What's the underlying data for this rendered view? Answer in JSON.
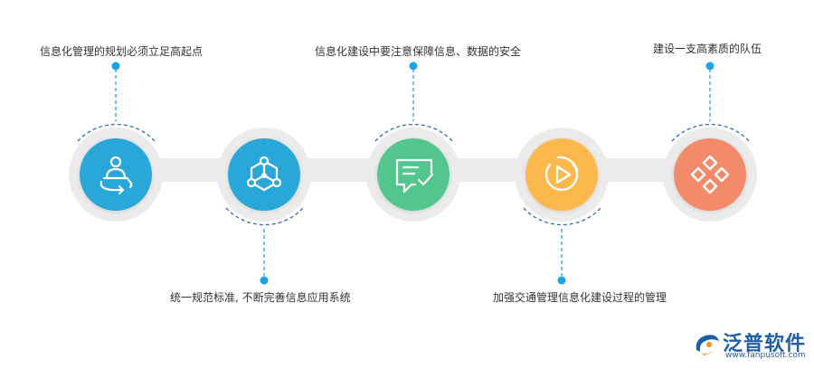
{
  "steps": [
    {
      "label": "信息化管理的规划必须立足高起点",
      "color": "#2aa7d9",
      "icon": "person-rotate-icon"
    },
    {
      "label": "统一规范标准, 不断完善信息应用系统",
      "color": "#2aa7d9",
      "icon": "network-hexagon-icon"
    },
    {
      "label": "信息化建设中要注意保障信息、数据的安全",
      "color": "#52c68e",
      "icon": "message-check-icon"
    },
    {
      "label": "加强交通管理信息化建设过程的管理",
      "color": "#fbb84d",
      "icon": "play-cycle-icon"
    },
    {
      "label": "建设一支高素质的队伍",
      "color": "#f38a6b",
      "icon": "diamond-cluster-icon"
    }
  ],
  "logo": {
    "name": "泛普软件",
    "url": "www.fanpusoft.com"
  },
  "colors": {
    "track": "#ebebeb",
    "connector": "#1aa3e8"
  }
}
